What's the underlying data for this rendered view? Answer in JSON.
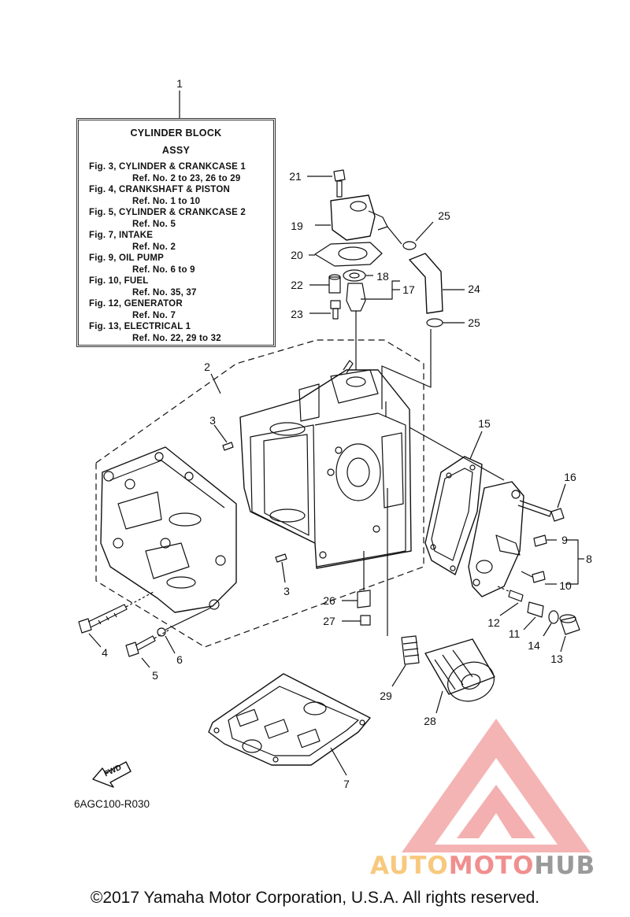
{
  "reference_box": {
    "title_line1": "CYLINDER BLOCK",
    "title_line2": "ASSY",
    "lines": [
      {
        "kind": "fig",
        "text": "Fig. 3, CYLINDER & CRANKCASE 1"
      },
      {
        "kind": "sub",
        "text": "Ref. No. 2 to 23, 26 to 29"
      },
      {
        "kind": "fig",
        "text": "Fig. 4, CRANKSHAFT & PISTON"
      },
      {
        "kind": "sub",
        "text": "Ref. No. 1 to 10"
      },
      {
        "kind": "fig",
        "text": "Fig. 5, CYLINDER & CRANKCASE 2"
      },
      {
        "kind": "sub",
        "text": "Ref. No. 5"
      },
      {
        "kind": "fig",
        "text": "Fig. 7, INTAKE"
      },
      {
        "kind": "sub",
        "text": "Ref. No. 2"
      },
      {
        "kind": "fig",
        "text": "Fig. 9, OIL PUMP"
      },
      {
        "kind": "sub",
        "text": "Ref. No. 6 to 9"
      },
      {
        "kind": "fig",
        "text": "Fig. 10, FUEL"
      },
      {
        "kind": "sub",
        "text": "Ref. No. 35, 37"
      },
      {
        "kind": "fig",
        "text": "Fig. 12, GENERATOR"
      },
      {
        "kind": "sub",
        "text": "Ref. No. 7"
      },
      {
        "kind": "fig",
        "text": "Fig. 13, ELECTRICAL 1"
      },
      {
        "kind": "sub",
        "text": "Ref. No. 22, 29 to 32"
      }
    ]
  },
  "callouts": [
    "1",
    "2",
    "3",
    "3",
    "4",
    "5",
    "6",
    "7",
    "8",
    "9",
    "10",
    "11",
    "12",
    "13",
    "14",
    "15",
    "16",
    "17",
    "18",
    "19",
    "20",
    "21",
    "22",
    "23",
    "24",
    "25",
    "25",
    "26",
    "27",
    "28",
    "29"
  ],
  "fwd_label": "FWD",
  "diagram_code": "6AGC100-R030",
  "copyright": "©2017 Yamaha Motor Corporation, U.S.A. All rights reserved.",
  "watermark": {
    "part1": "AUTO",
    "part2": "MOTO",
    "part3": "HUB",
    "icon": "triangle-logo-icon"
  },
  "colors": {
    "line": "#111111",
    "watermark_red": "#f08f8f",
    "watermark_orange": "#f7c97e",
    "watermark_gray": "#9a9a9a"
  }
}
